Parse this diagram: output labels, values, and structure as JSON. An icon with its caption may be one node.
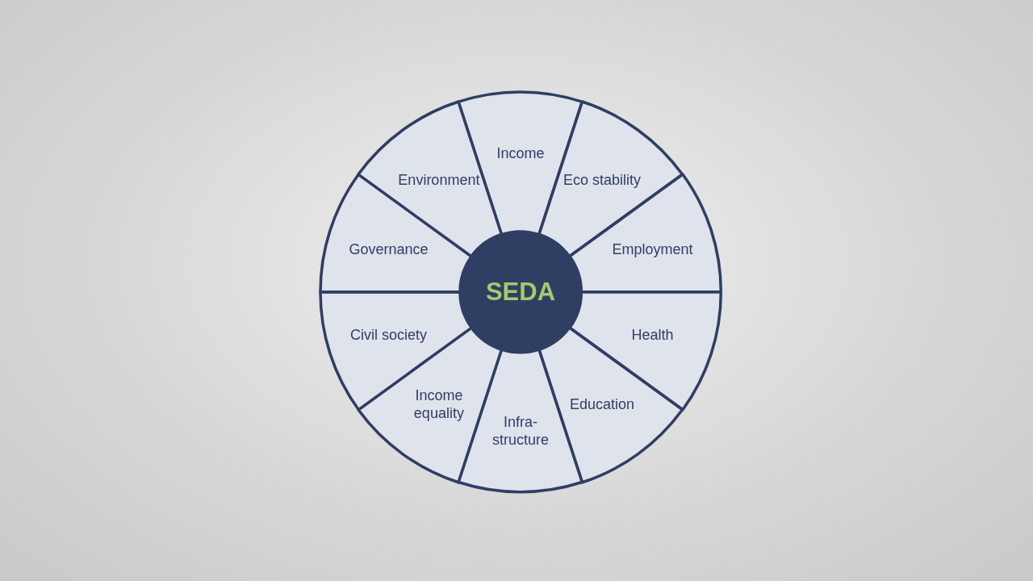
{
  "diagram": {
    "nodes": [
      {
        "text": [
          "SEDA"
        ]
      },
      {
        "text": [
          "Income"
        ]
      },
      {
        "text": [
          "Eco stability"
        ]
      },
      {
        "text": [
          "Employment"
        ]
      },
      {
        "text": [
          "Health"
        ]
      },
      {
        "text": [
          "Education"
        ]
      },
      {
        "text": [
          "Infra- structure"
        ]
      },
      {
        "text": [
          "Income equality"
        ]
      },
      {
        "text": [
          "Civil society"
        ]
      },
      {
        "text": [
          "Governance"
        ]
      },
      {
        "text": [
          "Environment"
        ]
      }
    ]
  }
}
